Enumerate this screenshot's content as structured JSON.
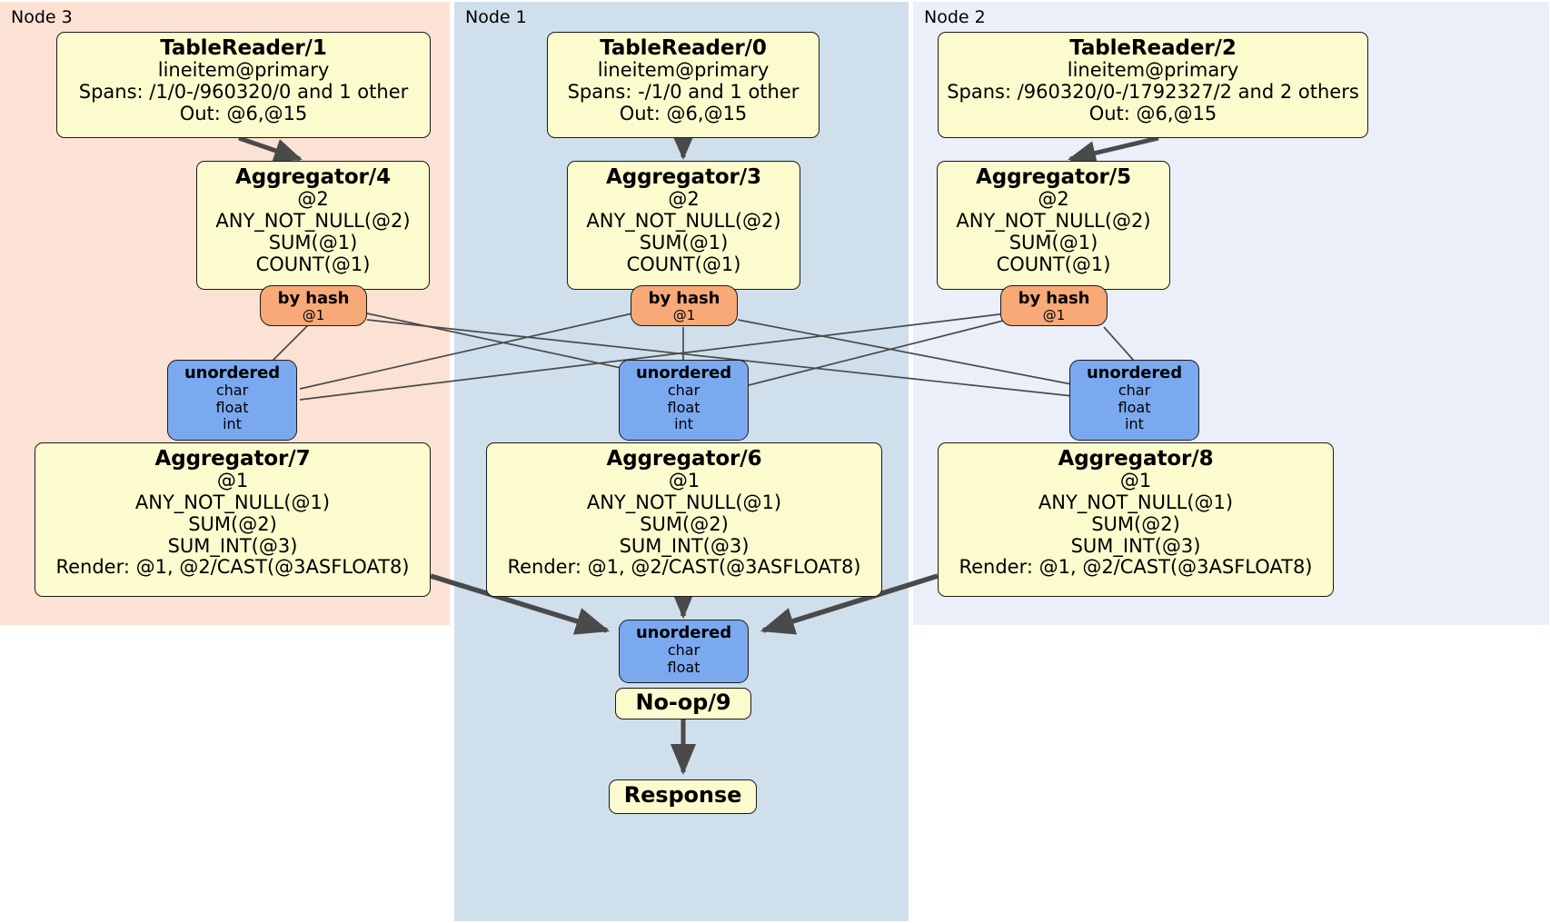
{
  "diagram": {
    "type": "distributed-query-plan",
    "colors": {
      "node3_panel": "#fbe2d5",
      "node1_panel": "#cfe0ec",
      "node2_panel": "#eaeffa",
      "processor_fill": "#fbfbce",
      "router_fill": "#f7a977",
      "stream_fill": "#7aa9f0",
      "edge": "#4a4a4a",
      "border": "#1a1a1a"
    }
  },
  "panels": [
    {
      "id": "node3",
      "label": "Node 3"
    },
    {
      "id": "node1",
      "label": "Node 1"
    },
    {
      "id": "node2",
      "label": "Node 2"
    }
  ],
  "nodes": {
    "tablereader_1": {
      "title": "TableReader/1",
      "lines": [
        "lineitem@primary",
        "Spans: /1/0-/960320/0 and 1 other",
        "Out: @6,@15"
      ]
    },
    "tablereader_0": {
      "title": "TableReader/0",
      "lines": [
        "lineitem@primary",
        "Spans: -/1/0 and 1 other",
        "Out: @6,@15"
      ]
    },
    "tablereader_2": {
      "title": "TableReader/2",
      "lines": [
        "lineitem@primary",
        "Spans: /960320/0-/1792327/2 and 2 others",
        "Out: @6,@15"
      ]
    },
    "aggregator_4": {
      "title": "Aggregator/4",
      "lines": [
        "@2",
        "ANY_NOT_NULL(@2)",
        "SUM(@1)",
        "COUNT(@1)"
      ]
    },
    "aggregator_3": {
      "title": "Aggregator/3",
      "lines": [
        "@2",
        "ANY_NOT_NULL(@2)",
        "SUM(@1)",
        "COUNT(@1)"
      ]
    },
    "aggregator_5": {
      "title": "Aggregator/5",
      "lines": [
        "@2",
        "ANY_NOT_NULL(@2)",
        "SUM(@1)",
        "COUNT(@1)"
      ]
    },
    "router_left": {
      "title": "by hash",
      "lines": [
        "@1"
      ]
    },
    "router_center": {
      "title": "by hash",
      "lines": [
        "@1"
      ]
    },
    "router_right": {
      "title": "by hash",
      "lines": [
        "@1"
      ]
    },
    "stream_left": {
      "title": "unordered",
      "lines": [
        "char",
        "float",
        "int"
      ]
    },
    "stream_center": {
      "title": "unordered",
      "lines": [
        "char",
        "float",
        "int"
      ]
    },
    "stream_right": {
      "title": "unordered",
      "lines": [
        "char",
        "float",
        "int"
      ]
    },
    "aggregator_7": {
      "title": "Aggregator/7",
      "lines": [
        "@1",
        "ANY_NOT_NULL(@1)",
        "SUM(@2)",
        "SUM_INT(@3)",
        "Render: @1, @2/CAST(@3ASFLOAT8)"
      ]
    },
    "aggregator_6": {
      "title": "Aggregator/6",
      "lines": [
        "@1",
        "ANY_NOT_NULL(@1)",
        "SUM(@2)",
        "SUM_INT(@3)",
        "Render: @1, @2/CAST(@3ASFLOAT8)"
      ]
    },
    "aggregator_8": {
      "title": "Aggregator/8",
      "lines": [
        "@1",
        "ANY_NOT_NULL(@1)",
        "SUM(@2)",
        "SUM_INT(@3)",
        "Render: @1, @2/CAST(@3ASFLOAT8)"
      ]
    },
    "stream_final": {
      "title": "unordered",
      "lines": [
        "char",
        "float"
      ]
    },
    "noop_9": {
      "title": "No-op/9",
      "lines": []
    },
    "response": {
      "title": "Response",
      "lines": []
    }
  }
}
